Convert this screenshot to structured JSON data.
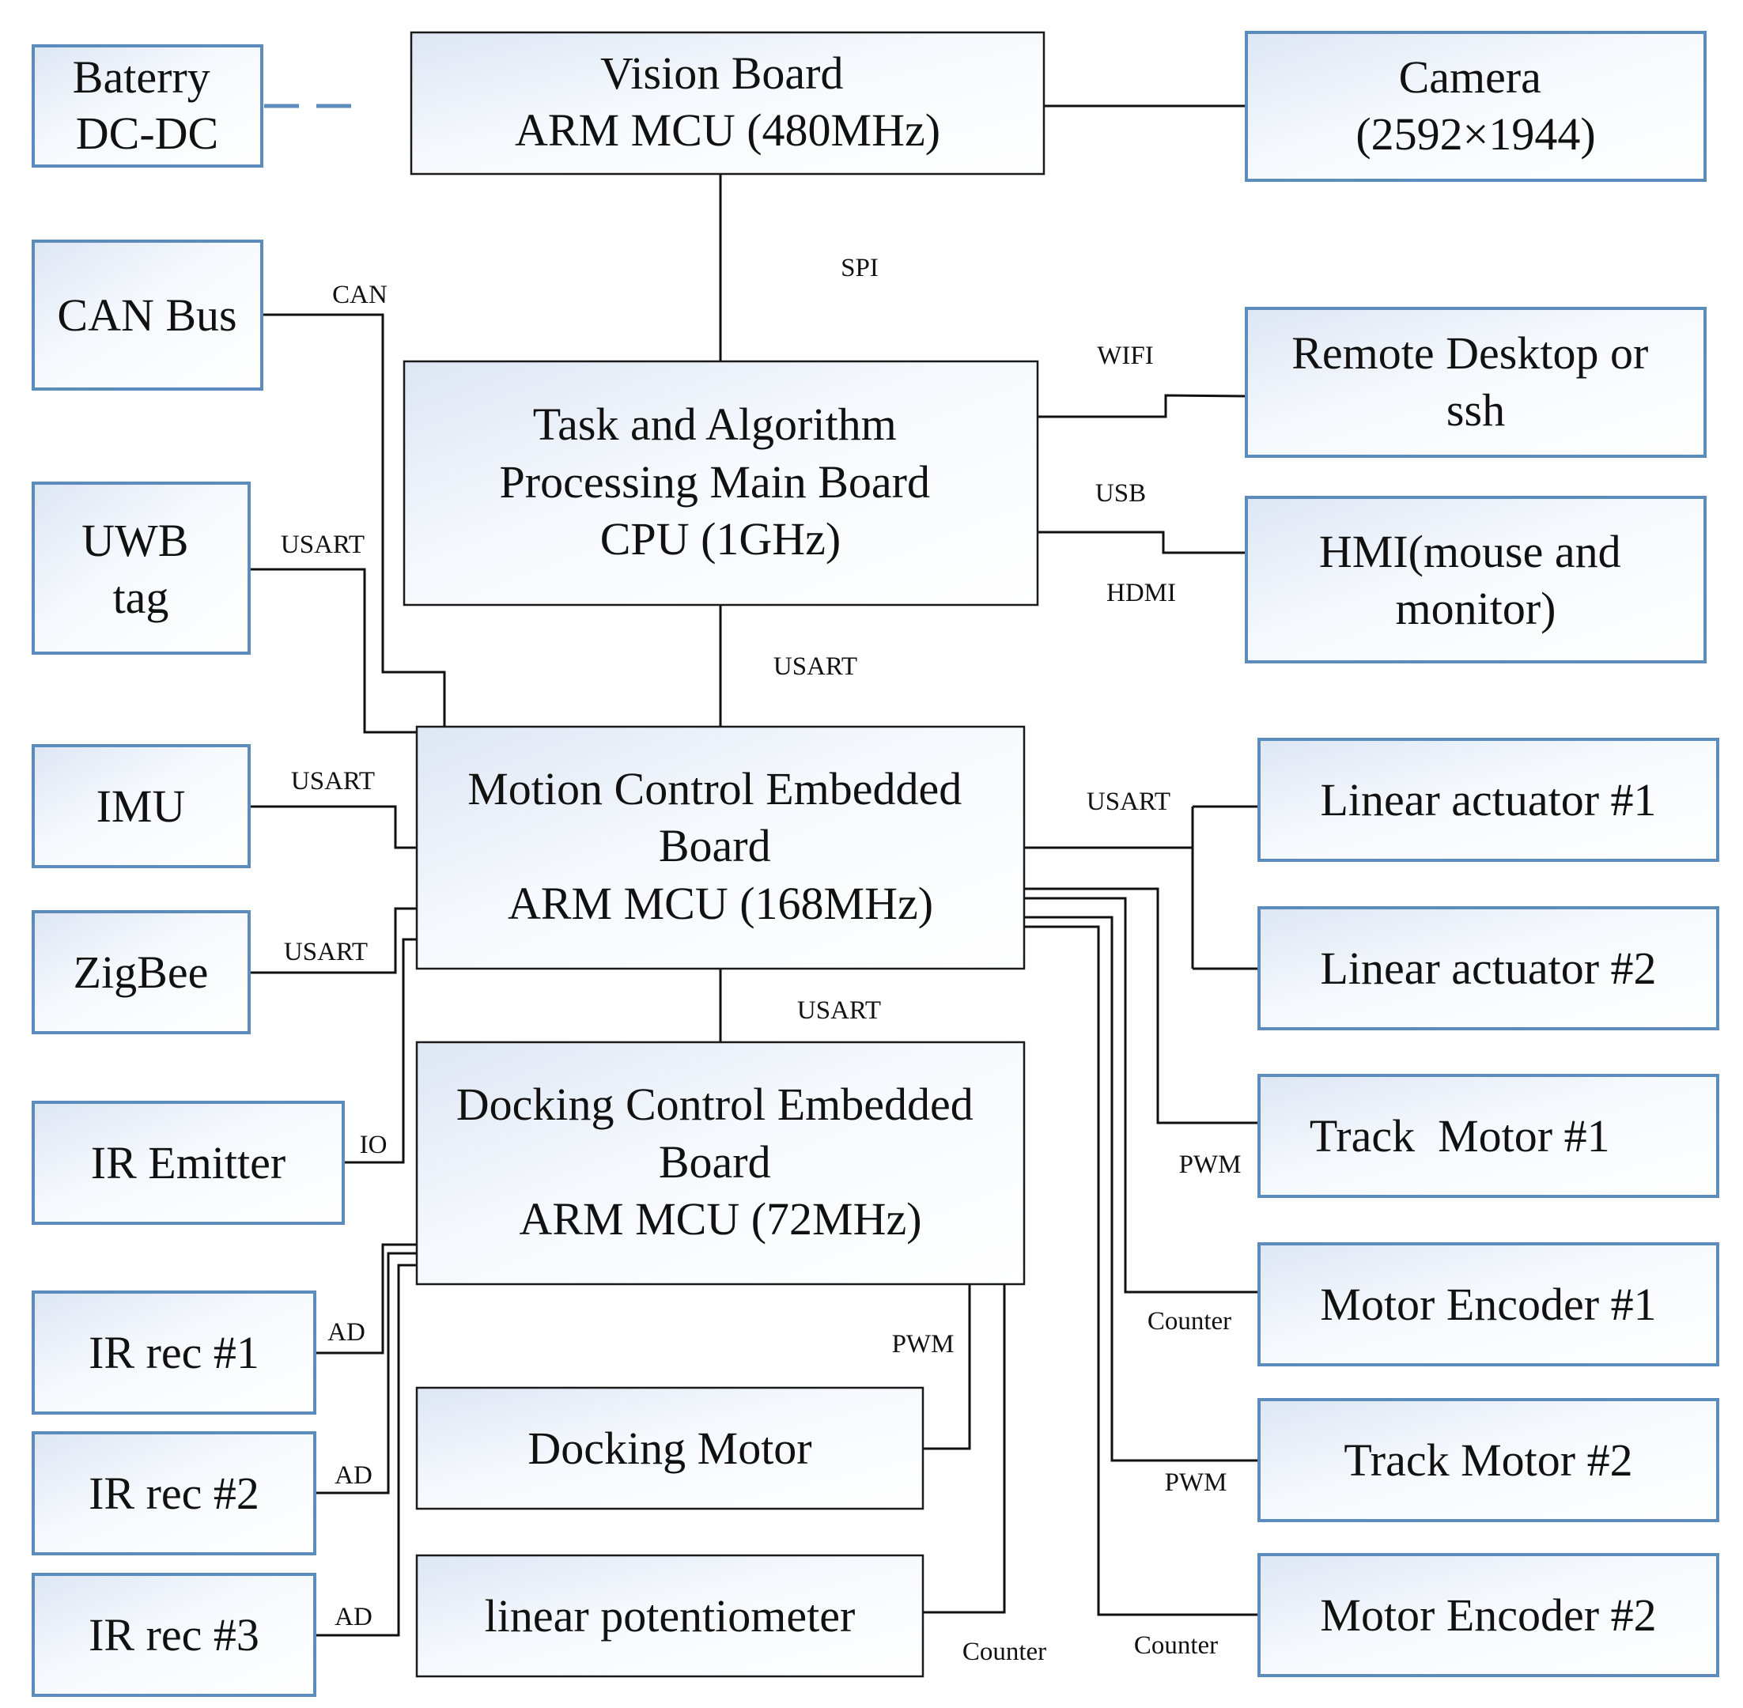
{
  "blocks": {
    "battery": {
      "lines": [
        "Baterry",
        "DC-DC"
      ]
    },
    "vision": {
      "lines": [
        "Vision Board",
        "ARM MCU (480MHz)"
      ]
    },
    "camera": {
      "lines": [
        "Camera",
        "(2592×1944)"
      ]
    },
    "can_bus": {
      "lines": [
        "CAN Bus"
      ]
    },
    "main_board": {
      "lines": [
        "Task and Algorithm",
        "Processing Main Board",
        "CPU (1GHz)"
      ]
    },
    "remote": {
      "lines": [
        "Remote Desktop or",
        "ssh"
      ]
    },
    "hmi": {
      "lines": [
        "HMI(mouse and",
        "monitor)"
      ]
    },
    "uwb": {
      "lines": [
        "UWB",
        "tag"
      ]
    },
    "imu": {
      "lines": [
        "IMU"
      ]
    },
    "zigbee": {
      "lines": [
        "ZigBee"
      ]
    },
    "motion": {
      "lines": [
        "Motion Control Embedded",
        "Board",
        "ARM MCU (168MHz)"
      ]
    },
    "lin_act_1": {
      "lines": [
        "Linear actuator #1"
      ]
    },
    "lin_act_2": {
      "lines": [
        "Linear actuator #2"
      ]
    },
    "docking": {
      "lines": [
        "Docking Control Embedded",
        "Board",
        "ARM MCU (72MHz)"
      ]
    },
    "ir_emitter": {
      "lines": [
        "IR Emitter"
      ]
    },
    "track_motor_1": {
      "lines": [
        "Track  Motor #1"
      ]
    },
    "encoder_1": {
      "lines": [
        "Motor Encoder #1"
      ]
    },
    "ir_rec_1": {
      "lines": [
        "IR rec #1"
      ]
    },
    "docking_motor": {
      "lines": [
        "Docking Motor"
      ]
    },
    "ir_rec_2": {
      "lines": [
        "IR rec #2"
      ]
    },
    "track_motor_2": {
      "lines": [
        "Track Motor #2"
      ]
    },
    "ir_rec_3": {
      "lines": [
        "IR rec #3"
      ]
    },
    "potentiometer": {
      "lines": [
        "linear potentiometer"
      ]
    },
    "encoder_2": {
      "lines": [
        "Motor Encoder #2"
      ]
    }
  },
  "signals": {
    "spi": "SPI",
    "can": "CAN",
    "wifi": "WIFI",
    "usb": "USB",
    "hdmi": "HDMI",
    "uwb_usart": "USART",
    "main_motion_usart": "USART",
    "imu_usart": "USART",
    "actuator_usart": "USART",
    "zigbee_usart": "USART",
    "motion_docking_usart": "USART",
    "io": "IO",
    "track1_pwm": "PWM",
    "encoder1_counter": "Counter",
    "ad1": "AD",
    "docking_pwm": "PWM",
    "ad2": "AD",
    "track2_pwm": "PWM",
    "ad3": "AD",
    "pot_counter": "Counter",
    "encoder2_counter": "Counter"
  }
}
